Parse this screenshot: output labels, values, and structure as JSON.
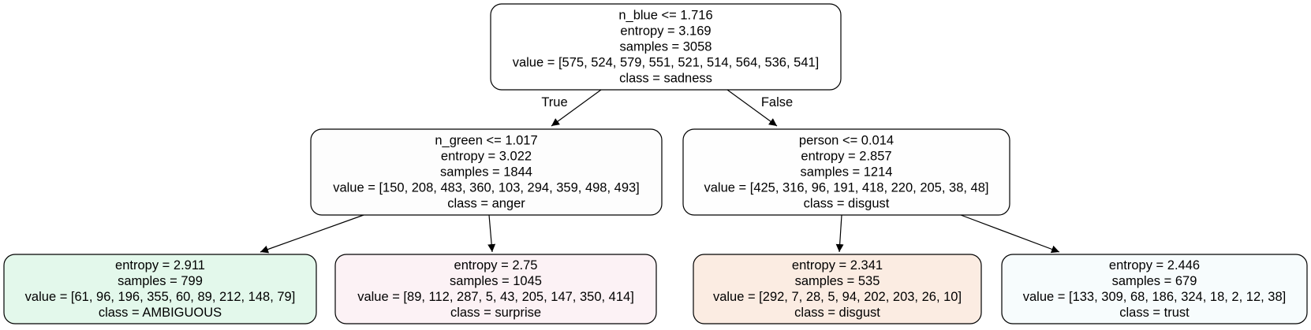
{
  "nodes": {
    "root": {
      "lines": [
        "n_blue <= 1.716",
        "entropy = 3.169",
        "samples = 3058",
        "value = [575, 524, 579, 551, 521, 514, 564, 536, 541]",
        "class = sadness"
      ],
      "fill": "#ffffff"
    },
    "left": {
      "lines": [
        "n_green <= 1.017",
        "entropy = 3.022",
        "samples = 1844",
        "value = [150, 208, 483, 360, 103, 294, 359, 498, 493]",
        "class = anger"
      ],
      "fill": "#fdfdfd"
    },
    "right": {
      "lines": [
        "person <= 0.014",
        "entropy = 2.857",
        "samples = 1214",
        "value = [425, 316, 96, 191, 418, 220, 205, 38, 48]",
        "class = disgust"
      ],
      "fill": "#fefefe"
    },
    "leaf1": {
      "lines": [
        "entropy = 2.911",
        "samples = 799",
        "value = [61, 96, 196, 355, 60, 89, 212, 148, 79]",
        "class = AMBIGUOUS"
      ],
      "fill": "#e3f8eb"
    },
    "leaf2": {
      "lines": [
        "entropy = 2.75",
        "samples = 1045",
        "value = [89, 112, 287, 5, 43, 205, 147, 350, 414]",
        "class = surprise"
      ],
      "fill": "#fcf2f5"
    },
    "leaf3": {
      "lines": [
        "entropy = 2.341",
        "samples = 535",
        "value = [292, 7, 28, 5, 94, 202, 203, 26, 10]",
        "class = disgust"
      ],
      "fill": "#fbece2"
    },
    "leaf4": {
      "lines": [
        "entropy = 2.446",
        "samples = 679",
        "value = [133, 309, 68, 186, 324, 18, 2, 12, 38]",
        "class = trust"
      ],
      "fill": "#f7fcfd"
    }
  },
  "edges": {
    "root_left": {
      "label": "True"
    },
    "root_right": {
      "label": "False"
    }
  }
}
